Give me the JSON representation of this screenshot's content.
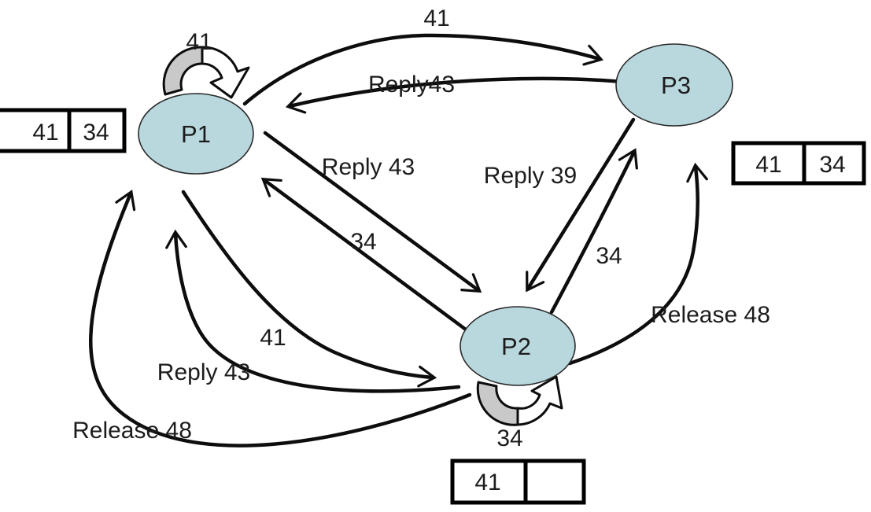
{
  "title": "Distributed mutual exclusion message diagram",
  "colors": {
    "node_fill": "#b8d8de",
    "node_stroke": "#2a2a2a",
    "line": "#0d0d0d",
    "loop_gray": "#c9c9c9",
    "loop_white": "#ffffff",
    "queue_border": "#000000",
    "text": "#1c1c1c"
  },
  "nodes": {
    "p1": {
      "label": "P1"
    },
    "p2": {
      "label": "P2"
    },
    "p3": {
      "label": "P3"
    }
  },
  "labels": {
    "p1_self_loop": "41",
    "p1_to_p3": "41",
    "p3_to_p1": "Reply43",
    "p1_to_p2_straight": "Reply 43",
    "p2_to_p1_straight": "34",
    "p3_to_p2": "Reply 39",
    "p2_to_p3": "34",
    "release_right": "Release 48",
    "release_left": "Release 48",
    "p2_to_p1_curve": "Reply 43",
    "p1_to_p2_curve": "41",
    "p2_self_loop": "34"
  },
  "queues": {
    "p1_queue": {
      "cells": [
        "41",
        "34"
      ]
    },
    "p3_queue": {
      "cells": [
        "41",
        "34"
      ]
    },
    "p2_queue": {
      "cells": [
        "41",
        ""
      ]
    }
  }
}
